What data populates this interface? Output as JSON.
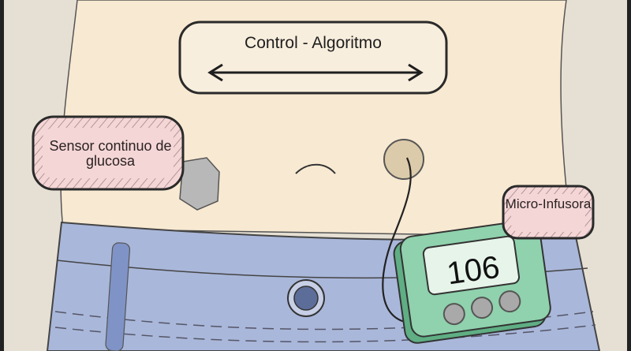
{
  "diagram": {
    "controller_label": "Control - Algoritmo",
    "sensor_label": "Sensor continuo de glucosa",
    "pump_label": "Micro-Infusora",
    "pump_display_value": "106"
  },
  "colors": {
    "skin": "#f8e9d2",
    "background": "#e6e0d4",
    "jeans": "#a9b7da",
    "label_pink": "#f5d6d6",
    "pump_green": "#7fc9a0",
    "sensor_gray": "#b8b8b8"
  }
}
